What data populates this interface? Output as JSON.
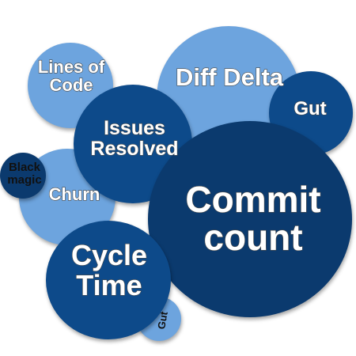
{
  "bubbles": {
    "diff_delta": {
      "label": "Diff Delta"
    },
    "lines_of_code": {
      "label": "Lines of\nCode"
    },
    "gut_top": {
      "label": "Gut"
    },
    "issues_resolved": {
      "label": "Issues\nResolved"
    },
    "commit_count": {
      "label": "Commit\ncount"
    },
    "churn": {
      "label": "Churn"
    },
    "black_magic": {
      "label": "Black\nmagic"
    },
    "cycle_time": {
      "label": "Cycle\nTime"
    },
    "gut_bottom": {
      "label": "Gut"
    }
  },
  "colors": {
    "light_blue": "#6da4de",
    "medium_blue": "#0d4a8a",
    "navy": "#0b3a6e",
    "text_outline": "#4a4a4a"
  }
}
